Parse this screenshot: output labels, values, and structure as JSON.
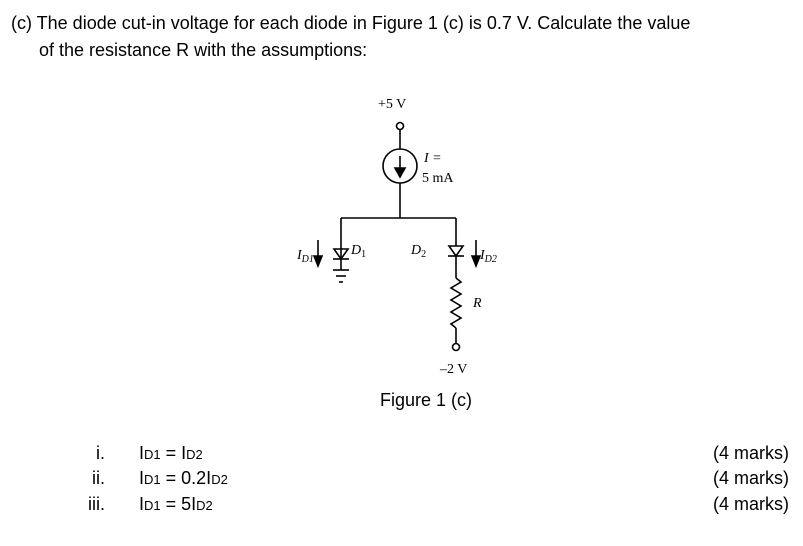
{
  "question": {
    "line1": "(c) The diode cut-in voltage for each diode in Figure 1 (c) is 0.7 V. Calculate the value",
    "line2": "of the resistance R with the assumptions:"
  },
  "figure": {
    "supply_top": "+5 V",
    "current_label": "I =",
    "current_value": "5 mA",
    "id1": "I",
    "id1_sub": "D1",
    "d1": "D",
    "d1_sub": "1",
    "d2": "D",
    "d2_sub": "2",
    "id2": "I",
    "id2_sub": "D2",
    "resistor": "R",
    "supply_bottom": "–2 V",
    "caption": "Figure 1 (c)"
  },
  "assumptions": [
    {
      "num": "i.",
      "eq": "I",
      "s1": "D1",
      "mid": " = I",
      "s2": "D2",
      "tail": "",
      "marks": "(4 marks)"
    },
    {
      "num": "ii.",
      "eq": "I",
      "s1": "D1",
      "mid": " = 0.2I",
      "s2": "D2",
      "tail": "",
      "marks": "(4 marks)"
    },
    {
      "num": "iii.",
      "eq": "I",
      "s1": "D1",
      "mid": " = 5I",
      "s2": "D2",
      "tail": "",
      "marks": "(4 marks)"
    }
  ]
}
